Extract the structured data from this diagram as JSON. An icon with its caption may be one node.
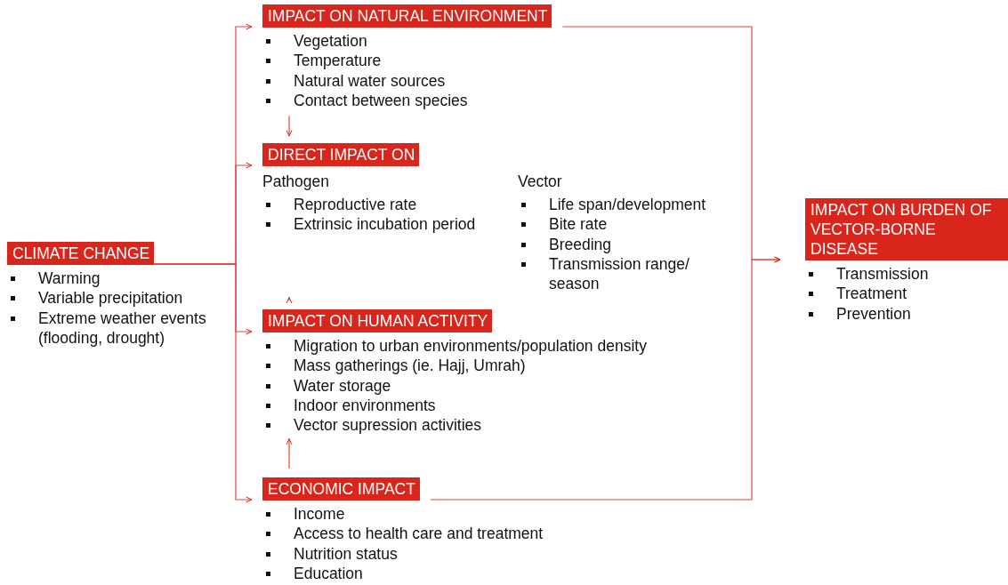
{
  "diagram": {
    "nodes": [
      {
        "text": [
          "CLIMATE CHANGE",
          "Warming",
          "Variable precipitation",
          "Extreme weather events (flooding, drought)"
        ]
      },
      {
        "text": [
          "IMPACT ON NATURAL ENVIRONMENT",
          "Vegetation",
          "Temperature",
          "Natural water sources",
          "Contact between species"
        ]
      },
      {
        "text": [
          "DIRECT IMPACT ON",
          "Pathogen",
          "Reproductive rate",
          "Extrinsic incubation period",
          "Vector",
          "Life span/development",
          "Bite rate",
          "Breeding",
          "Transmission range/ season"
        ]
      },
      {
        "text": [
          "IMPACT ON HUMAN ACTIVITY",
          "Migration to urban environments/population density",
          "Mass gatherings (ie. Hajj, Umrah)",
          "Water storage",
          "Indoor environments",
          "Vector supression activities"
        ]
      },
      {
        "text": [
          "ECONOMIC IMPACT",
          "Income",
          "Access to health care and treatment",
          "Nutrition status",
          "Education"
        ]
      },
      {
        "text": [
          "IMPACT ON BURDEN OF VECTOR-BORNE DISEASE",
          "Transmission",
          "Treatment",
          "Prevention"
        ]
      }
    ],
    "edges": [
      {
        "from": 0,
        "to": 1,
        "arrow": "to"
      },
      {
        "from": 0,
        "to": 2,
        "arrow": "to"
      },
      {
        "from": 0,
        "to": 3,
        "arrow": "to"
      },
      {
        "from": 0,
        "to": 4,
        "arrow": "to"
      },
      {
        "from": 1,
        "to": 2,
        "arrow": "to"
      },
      {
        "from": 3,
        "to": 2,
        "arrow": "to"
      },
      {
        "from": 4,
        "to": 3,
        "arrow": "to"
      },
      {
        "from": 1,
        "to": 5,
        "arrow": "to"
      },
      {
        "from": 4,
        "to": 5,
        "arrow": "to"
      }
    ]
  }
}
